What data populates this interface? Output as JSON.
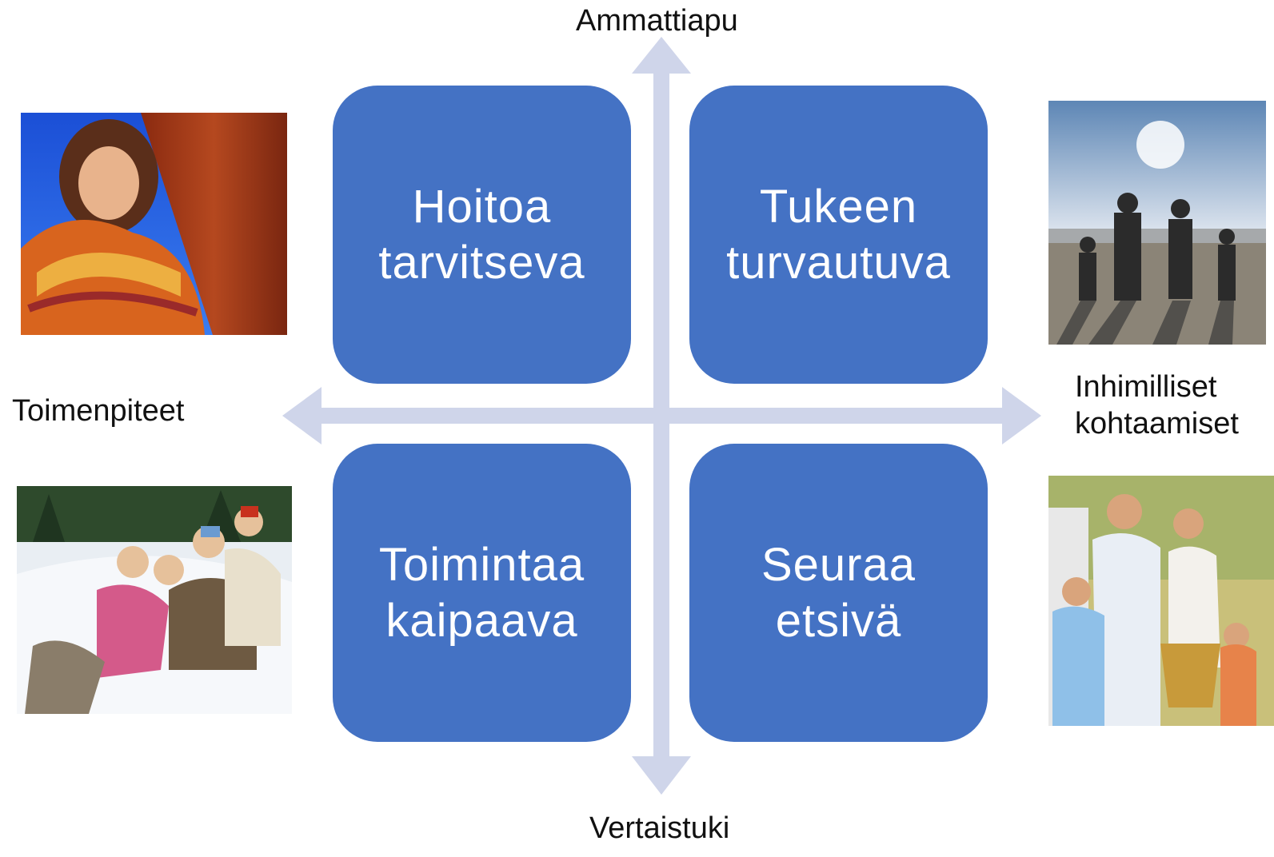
{
  "axes": {
    "top": "Ammattiapu",
    "bottom": "Vertaistuki",
    "left": "Toimenpiteet",
    "right_line1": "Inhimilliset",
    "right_line2": "kohtaamiset"
  },
  "quadrants": {
    "top_left": {
      "line1": "Hoitoa",
      "line2": "tarvitseva"
    },
    "top_right": {
      "line1": "Tukeen",
      "line2": "turvautuva"
    },
    "bottom_left": {
      "line1": "Toimintaa",
      "line2": "kaipaava"
    },
    "bottom_right": {
      "line1": "Seuraa",
      "line2": "etsivä"
    }
  },
  "colors": {
    "quadrant_fill": "#4472c4",
    "arrow_fill": "#cfd5ea",
    "text_on_quadrant": "#ffffff"
  }
}
